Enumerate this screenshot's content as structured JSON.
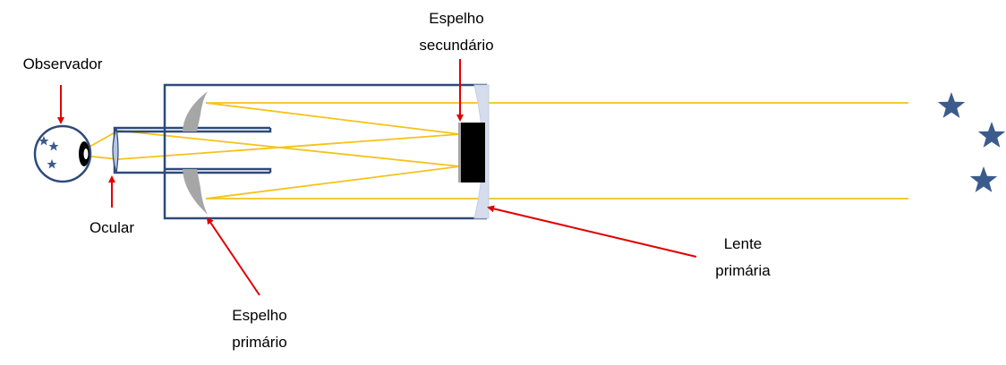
{
  "labels": {
    "observer": "Observador",
    "eyepiece": "Ocular",
    "secondary_mirror_line1": "Espelho",
    "secondary_mirror_line2": "secundário",
    "primary_mirror_line1": "Espelho",
    "primary_mirror_line2": "primário",
    "primary_lens_line1": "Lente",
    "primary_lens_line2": "primária"
  },
  "colors": {
    "tube": "#2f4a7a",
    "light_ray": "#f5c21a",
    "pointer_arrow": "#e00000",
    "primary_mirror": "#a6a6a6",
    "primary_lens": "#d5dcec",
    "secondary_mirror": "#000000",
    "stars": "#3b5b8c"
  },
  "icons": [
    "eye-icon",
    "star-icon",
    "moon-icon"
  ]
}
